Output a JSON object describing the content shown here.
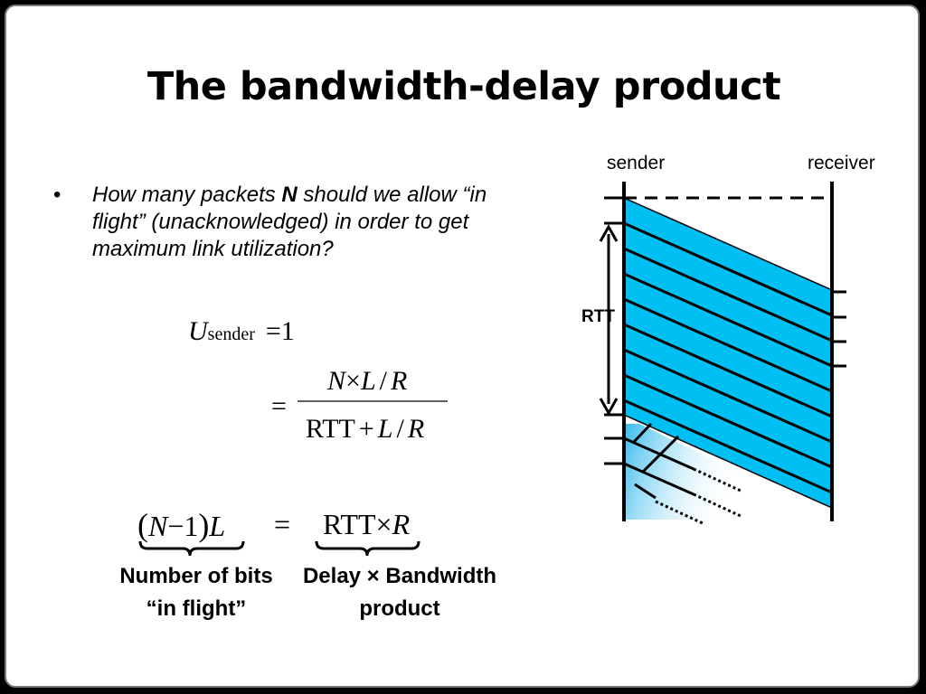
{
  "slide": {
    "title": "The bandwidth-delay product"
  },
  "bullet": {
    "symbol": "•",
    "text_before": "How many packets ",
    "bold": "N",
    "text_after": " should we allow “in flight” (unacknowledged) in order to get maximum link utilization?"
  },
  "equation1": {
    "U": "U",
    "subscript": "sender",
    "eq": "=",
    "one": "1",
    "numerator_N": "N",
    "times": "×",
    "numerator_L": "L",
    "slash": "/",
    "numerator_R": "R",
    "denominator_rtt": "RTT",
    "plus": "+",
    "denominator_L": "L",
    "denominator_R": "R"
  },
  "equation2": {
    "lhs_open": "(",
    "lhs_N": "N",
    "lhs_minus": "−",
    "lhs_one": "1",
    "lhs_close": ")",
    "lhs_L": "L",
    "eq": "=",
    "rhs_rtt": "RTT",
    "rhs_times": "×",
    "rhs_R": "R"
  },
  "captions": {
    "left_line1": "Number of bits",
    "left_line2": "“in flight”",
    "right_line1": "Delay  ×  Bandwidth",
    "right_line2": "product"
  },
  "diagram": {
    "sender_label": "sender",
    "receiver_label": "receiver",
    "rtt_label": "RTT",
    "packet_fill": "#00bff3",
    "packet_count": 10,
    "ack_count": 4
  }
}
